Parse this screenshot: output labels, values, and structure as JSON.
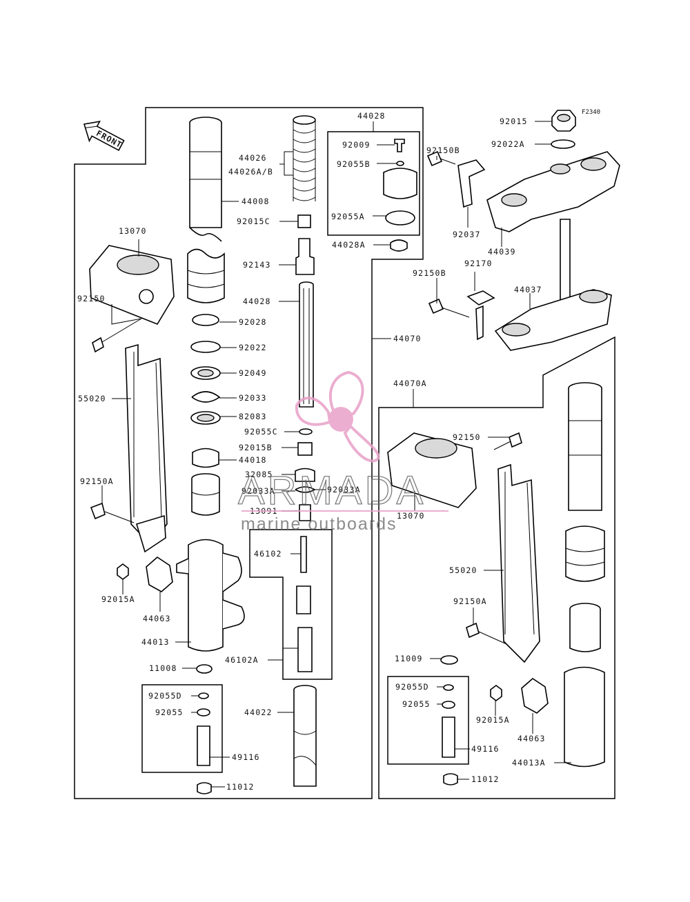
{
  "figure_code": "F2340",
  "front_label": "FRONT",
  "labels": {
    "l44028_top": "44028",
    "l92009": "92009",
    "l92055B": "92055B",
    "l92055A": "92055A",
    "l44028A": "44028A",
    "l44026": "44026",
    "l44026AB": "44026A/B",
    "l44008": "44008",
    "l92015C": "92015C",
    "l92143": "92143",
    "l44028_rod": "44028",
    "l13070_left": "13070",
    "l92150_left": "92150",
    "l92028": "92028",
    "l92022": "92022",
    "l92049": "92049",
    "l92033": "92033",
    "l82083": "82083",
    "l92055C": "92055C",
    "l92015B": "92015B",
    "l44018": "44018",
    "l32085": "32085",
    "l92033A_l": "92033A",
    "l92033A_r": "92033A",
    "l13091": "13091",
    "l55020_left": "55020",
    "l92150A_left": "92150A",
    "l46102": "46102",
    "l46102A": "46102A",
    "l92015A_left": "92015A",
    "l44063_left": "44063",
    "l44013": "44013",
    "l11008": "11008",
    "l92055D_left": "92055D",
    "l92055_left": "92055",
    "l49116_left": "49116",
    "l44022": "44022",
    "l11012_left": "11012",
    "l44070": "44070",
    "l92015": "92015",
    "l92022A": "92022A",
    "l92150B_a": "92150B",
    "l92037": "92037",
    "l44039": "44039",
    "l92150B_b": "92150B",
    "l92170": "92170",
    "l44037": "44037",
    "l44070A": "44070A",
    "l92150_right": "92150",
    "l13070_right": "13070",
    "l55020_right": "55020",
    "l92150A_right": "92150A",
    "l11009": "11009",
    "l92055D_right": "92055D",
    "l92055_right": "92055",
    "l92015A_right": "92015A",
    "l44063_right": "44063",
    "l49116_right": "49116",
    "l44013A": "44013A",
    "l11012_right": "11012"
  },
  "watermark": {
    "brand": "ARMADA",
    "tagline": "marine outboards",
    "accent_color": "#e8a0c8"
  }
}
